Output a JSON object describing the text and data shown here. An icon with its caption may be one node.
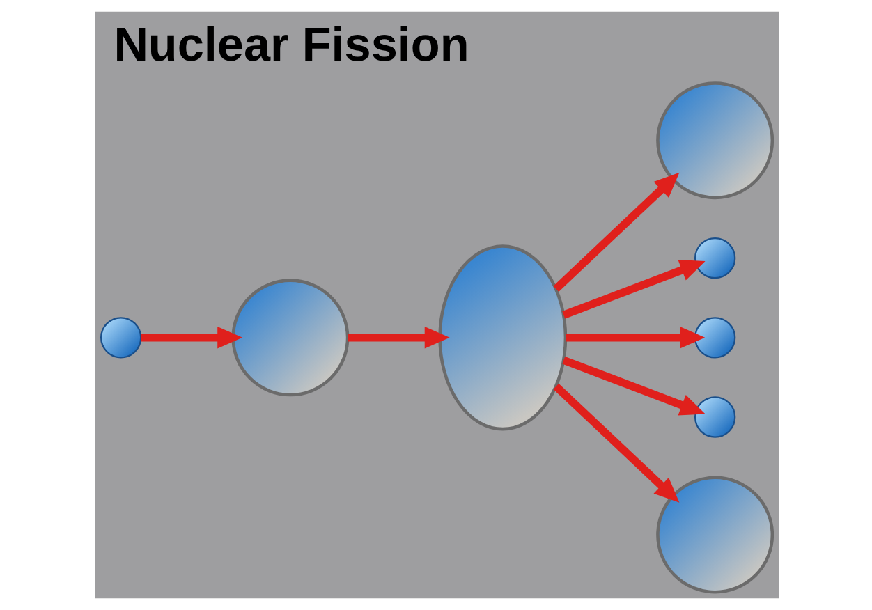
{
  "diagram": {
    "title": "Nuclear Fission",
    "nodes": [
      {
        "text": [],
        "shape": "circle"
      },
      {
        "text": [],
        "shape": "picture"
      },
      {
        "text": [],
        "shape": "picture"
      },
      {
        "text": [],
        "shape": "picture"
      },
      {
        "text": [],
        "shape": "circle"
      },
      {
        "text": [],
        "shape": "circle"
      },
      {
        "text": [],
        "shape": "circle"
      },
      {
        "text": [],
        "shape": "picture"
      }
    ],
    "edges": [
      {
        "from": 0,
        "to": 1,
        "arrow": "to"
      },
      {
        "from": 1,
        "to": 2,
        "arrow": "to"
      },
      {
        "from": 2,
        "to": 3,
        "arrow": "to"
      },
      {
        "from": 2,
        "to": 4,
        "arrow": "to"
      },
      {
        "from": 2,
        "to": 5,
        "arrow": "to"
      },
      {
        "from": 2,
        "to": 6,
        "arrow": "to"
      },
      {
        "from": 2,
        "to": 7,
        "arrow": "to"
      }
    ]
  }
}
